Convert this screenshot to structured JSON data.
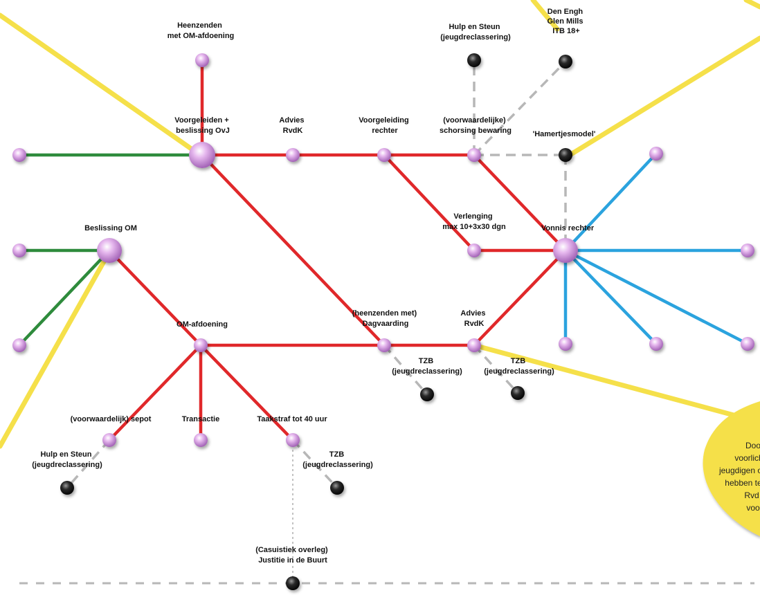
{
  "colors": {
    "red": "#e0282a",
    "green": "#2e8b3c",
    "blue": "#2ba3de",
    "yellow": "#f5e04a",
    "grey_dash": "#b7b7b7",
    "purple": "#c98bd6",
    "black": "#111111"
  },
  "labels": {
    "heenzenden_om": [
      "Heenzenden",
      "met OM-afdoening"
    ],
    "voorgeleiden_ovj": [
      "Voorgeleiden +",
      "beslissing OvJ"
    ],
    "advies_rvdk_top": [
      "Advies",
      "RvdK"
    ],
    "voorgeleiding_rechter": [
      "Voorgeleiding",
      "rechter"
    ],
    "schorsing_bewaring": [
      "(voorwaardelijke)",
      "schorsing bewaring"
    ],
    "hulp_steun_top": [
      "Hulp en Steun",
      "(jeugdreclassering)"
    ],
    "den_engh": [
      "Den Engh",
      "Glen Mills",
      "ITB 18+"
    ],
    "hamertjesmodel": [
      "'Hamertjesmodel'"
    ],
    "verlenging": [
      "Verlenging",
      "max 10+3x30 dgn"
    ],
    "vonnis_rechter": [
      "Vonnis rechter"
    ],
    "beslissing_om": [
      "Beslissing OM"
    ],
    "om_afdoening": [
      "OM-afdoening"
    ],
    "heenzenden_dagvaarding": [
      "(heenzenden met)",
      "Dagvaarding"
    ],
    "advies_rvdk_mid": [
      "Advies",
      "RvdK"
    ],
    "tzb_1": [
      "TZB",
      "(jeugdreclassering)"
    ],
    "tzb_2": [
      "TZB",
      "(jeugdreclassering)"
    ],
    "sepot": [
      "(voorwaardelijk) sepot"
    ],
    "transactie": [
      "Transactie"
    ],
    "taakstraf": [
      "Taakstraf tot 40 uur"
    ],
    "hulp_steun_bottom": [
      "Hulp en Steun",
      "(jeugdreclassering)"
    ],
    "tzb_3": [
      "TZB",
      "(jeugdreclassering)"
    ],
    "casuistiek": [
      "(Casuistiek overleg)",
      "Justitie in de Buurt"
    ]
  },
  "callout": {
    "lines": [
      "Doo",
      "voorlich",
      "jeugdigen o",
      "hebben te",
      "Rvd",
      "voo"
    ]
  }
}
